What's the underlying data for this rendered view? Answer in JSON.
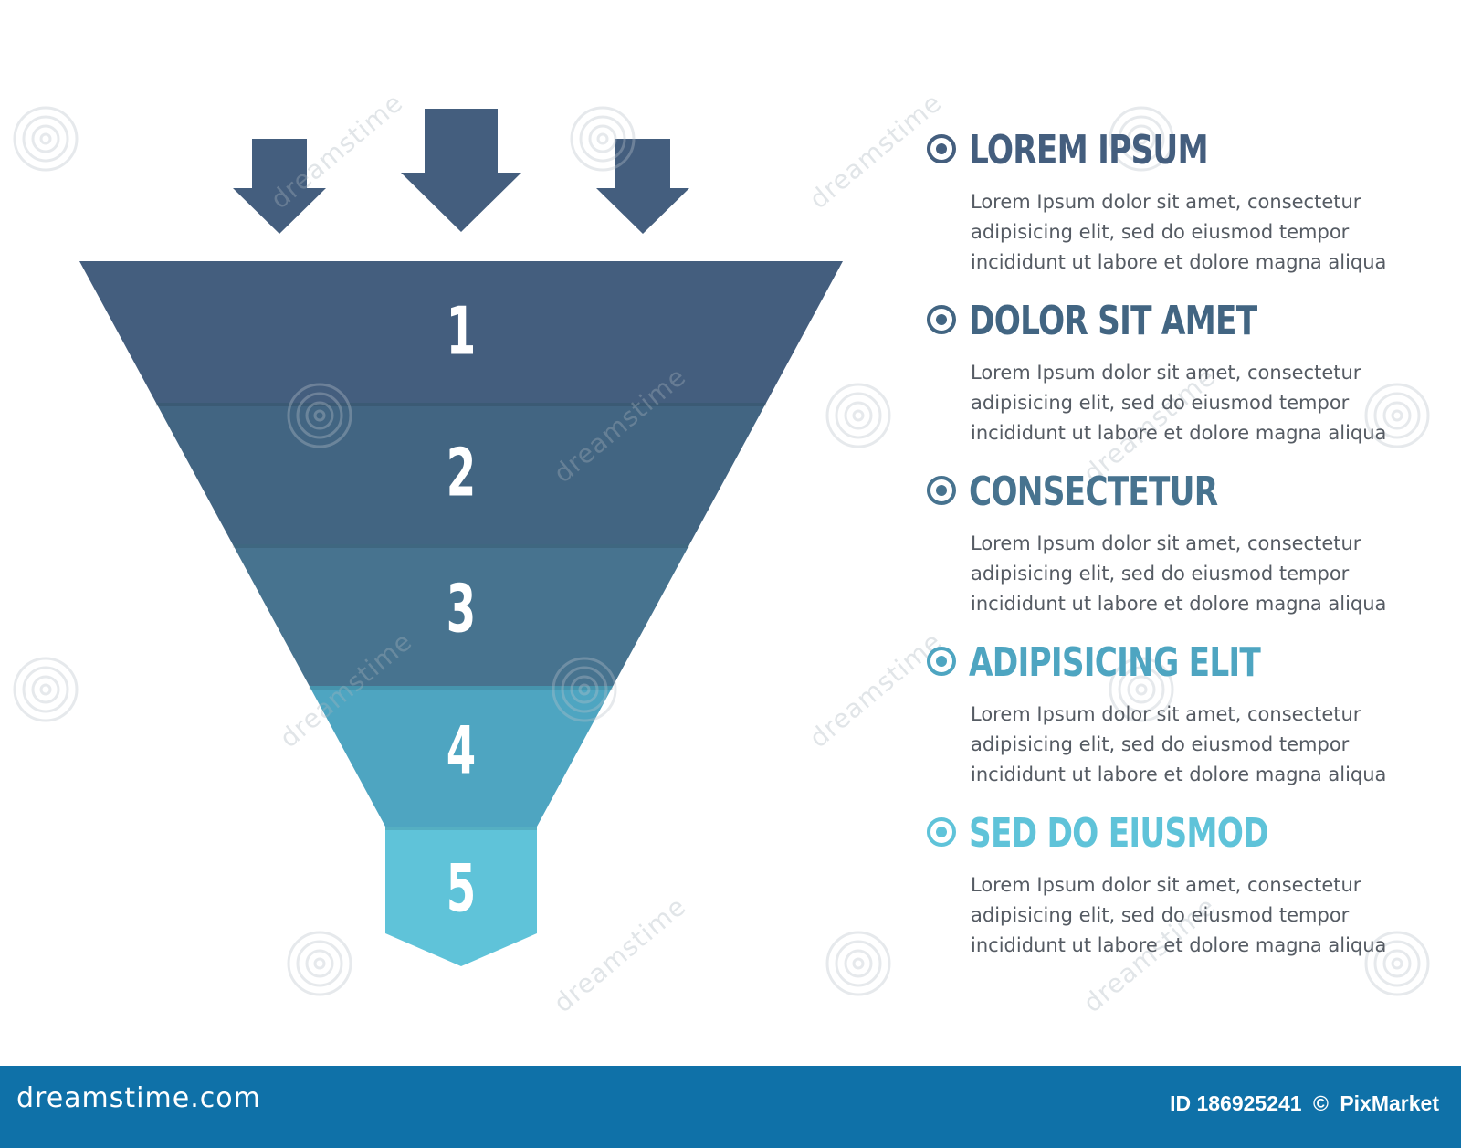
{
  "arrows": [
    {
      "name": "left",
      "icon": "arrow-down-icon"
    },
    {
      "name": "center",
      "icon": "arrow-down-icon"
    },
    {
      "name": "right",
      "icon": "arrow-down-icon"
    }
  ],
  "funnel": {
    "stages": [
      {
        "number": "1",
        "color": "#445e7e"
      },
      {
        "number": "2",
        "color": "#426582"
      },
      {
        "number": "3",
        "color": "#47738f"
      },
      {
        "number": "4",
        "color": "#4ea5c1"
      },
      {
        "number": "5",
        "color": "#5fc3d9"
      }
    ]
  },
  "items": [
    {
      "title": "LOREM IPSUM",
      "color": "#445e7e",
      "body": [
        "Lorem Ipsum dolor sit amet, consectetur",
        "adipisicing elit, sed do eiusmod tempor",
        "incididunt ut labore et dolore magna aliqua"
      ]
    },
    {
      "title": "DOLOR SIT AMET",
      "color": "#426582",
      "body": [
        "Lorem Ipsum dolor sit amet, consectetur",
        "adipisicing elit, sed do eiusmod tempor",
        "incididunt ut labore et dolore magna aliqua"
      ]
    },
    {
      "title": "CONSECTETUR",
      "color": "#47738f",
      "body": [
        "Lorem Ipsum dolor sit amet, consectetur",
        "adipisicing elit, sed do eiusmod tempor",
        "incididunt ut labore et dolore magna aliqua"
      ]
    },
    {
      "title": "ADIPISICING ELIT",
      "color": "#4ea5c1",
      "body": [
        "Lorem Ipsum dolor sit amet, consectetur",
        "adipisicing elit, sed do eiusmod tempor",
        "incididunt ut labore et dolore magna aliqua"
      ]
    },
    {
      "title": "SED DO EIUSMOD",
      "color": "#5fc3d9",
      "body": [
        "Lorem Ipsum dolor sit amet, consectetur",
        "adipisicing elit, sed do eiusmod tempor",
        "incididunt ut labore et dolore magna aliqua"
      ]
    }
  ],
  "watermark": {
    "text": "dreamstime",
    "icon": "spiral-logo-icon"
  },
  "footer": {
    "brand": "dreamstime.com",
    "id_label": "ID 186925241",
    "copyright_symbol": "©",
    "author": "PixMarket",
    "background": "#0f71a8"
  }
}
